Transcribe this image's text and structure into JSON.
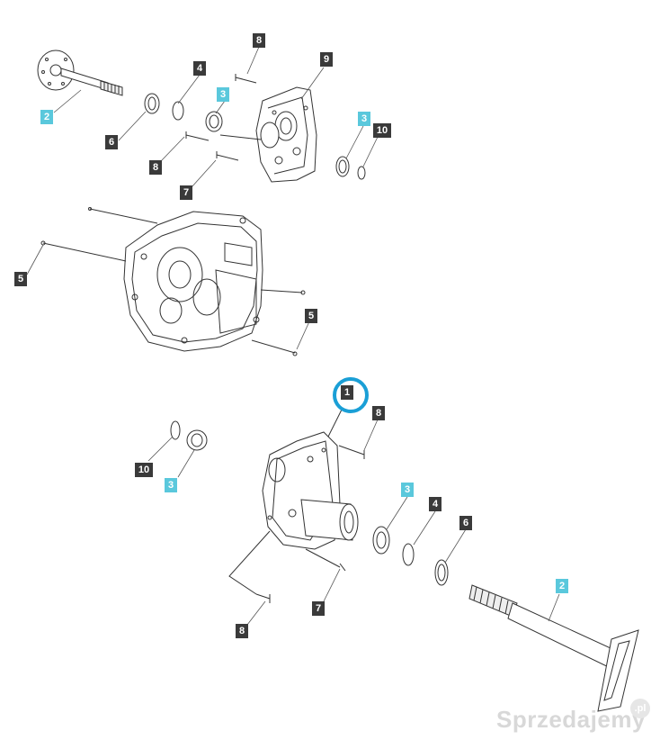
{
  "callouts": {
    "upper_shaft": "2",
    "upper_seal_ring": "6",
    "upper_circlip": "4",
    "upper_bearing": "3",
    "upper_bolt_top": "8",
    "upper_bolt_mid": "8",
    "upper_bolt_low": "7",
    "upper_cover": "9",
    "upper_right_bearing": "3",
    "upper_right_circlip": "10",
    "housing_pin_left": "5",
    "housing_pin_right": "5",
    "lower_housing": "1",
    "lower_bolt_top": "8",
    "lower_circlip_left": "10",
    "lower_bearing_left": "3",
    "lower_bearing_right": "3",
    "lower_circlip_right": "4",
    "lower_seal_ring": "6",
    "lower_bolt_low": "7",
    "lower_bolt_bottom": "8",
    "lower_shaft": "2"
  },
  "watermark": {
    "text": "Sprzedajemy",
    "badge": ".pl"
  },
  "colors": {
    "dark_tag": "#3a3a3a",
    "cyan_tag": "#5ac8dc",
    "ring": "#1a9fd6"
  }
}
